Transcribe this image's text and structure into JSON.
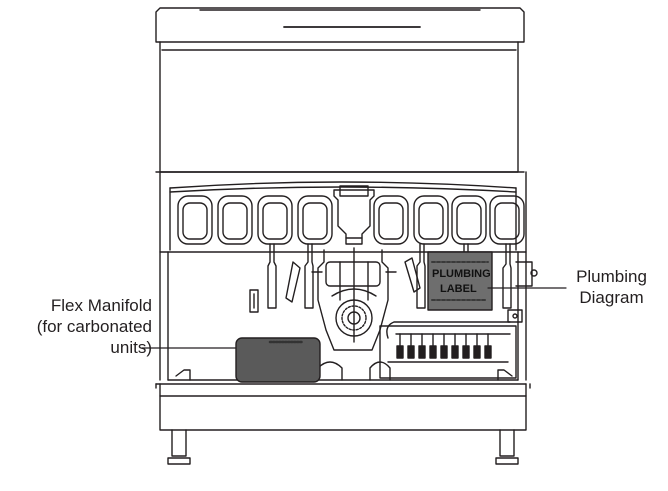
{
  "callouts": {
    "flex_manifold": {
      "line1": "Flex Manifold",
      "line2": "(for carbonated",
      "line3": "units)"
    },
    "plumbing_diagram": {
      "line1": "Plumbing",
      "line2": "Diagram"
    }
  },
  "plumbing_label_stamp": {
    "line1": "PLUMBING",
    "line2": "LABEL"
  },
  "colors": {
    "outline": "#231f20",
    "manifold_fill": "#5a5a5a",
    "label_fill": "#6e6e6e"
  }
}
